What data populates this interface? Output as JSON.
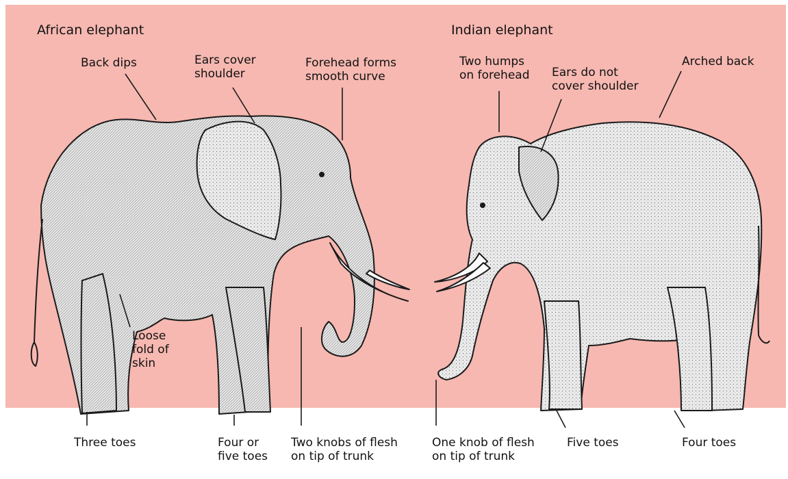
{
  "titles": {
    "african": "African elephant",
    "indian": "Indian elephant"
  },
  "labels": {
    "back_dips": "Back dips",
    "ears_cover": "Ears cover\nshoulder",
    "forehead_curve": "Forehead forms\nsmooth curve",
    "loose_fold": "Loose\nfold of\nskin",
    "two_humps": "Two humps\non forehead",
    "ears_not_cover": "Ears do not\ncover shoulder",
    "arched_back": "Arched back",
    "three_toes": "Three toes",
    "four_or_five_toes": "Four or\nfive toes",
    "two_knobs": "Two knobs of flesh\non tip of trunk",
    "one_knob": "One knob of flesh\non tip of trunk",
    "five_toes": "Five toes",
    "four_toes": "Four toes"
  },
  "colors": {
    "background": "#f6b8b1",
    "elephant_fill": "#e4e4e4",
    "ink": "#1a1a1a"
  }
}
